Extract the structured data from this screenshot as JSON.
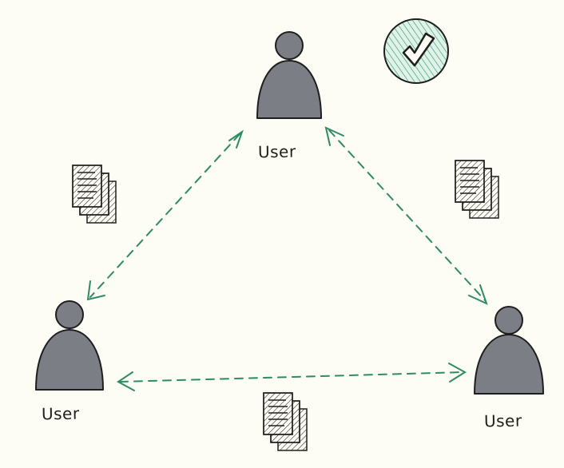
{
  "nodes": [
    {
      "id": "top",
      "label": "User"
    },
    {
      "id": "left",
      "label": "User"
    },
    {
      "id": "right",
      "label": "User"
    }
  ],
  "edges": [
    {
      "from": "top",
      "to": "left",
      "style": "dashed",
      "arrows": "both"
    },
    {
      "from": "top",
      "to": "right",
      "style": "dashed",
      "arrows": "both"
    },
    {
      "from": "left",
      "to": "right",
      "style": "dashed",
      "arrows": "both"
    }
  ],
  "icons": {
    "user": "person-icon",
    "document": "document-stack-icon",
    "check": "check-badge-icon"
  },
  "colors": {
    "background": "#fdfcf5",
    "user_fill": "#7b7e84",
    "stroke": "#1e1e1e",
    "edge": "#2e8b64",
    "check_fill": "#c3ead7",
    "check_stroke": "#2e8b64"
  }
}
